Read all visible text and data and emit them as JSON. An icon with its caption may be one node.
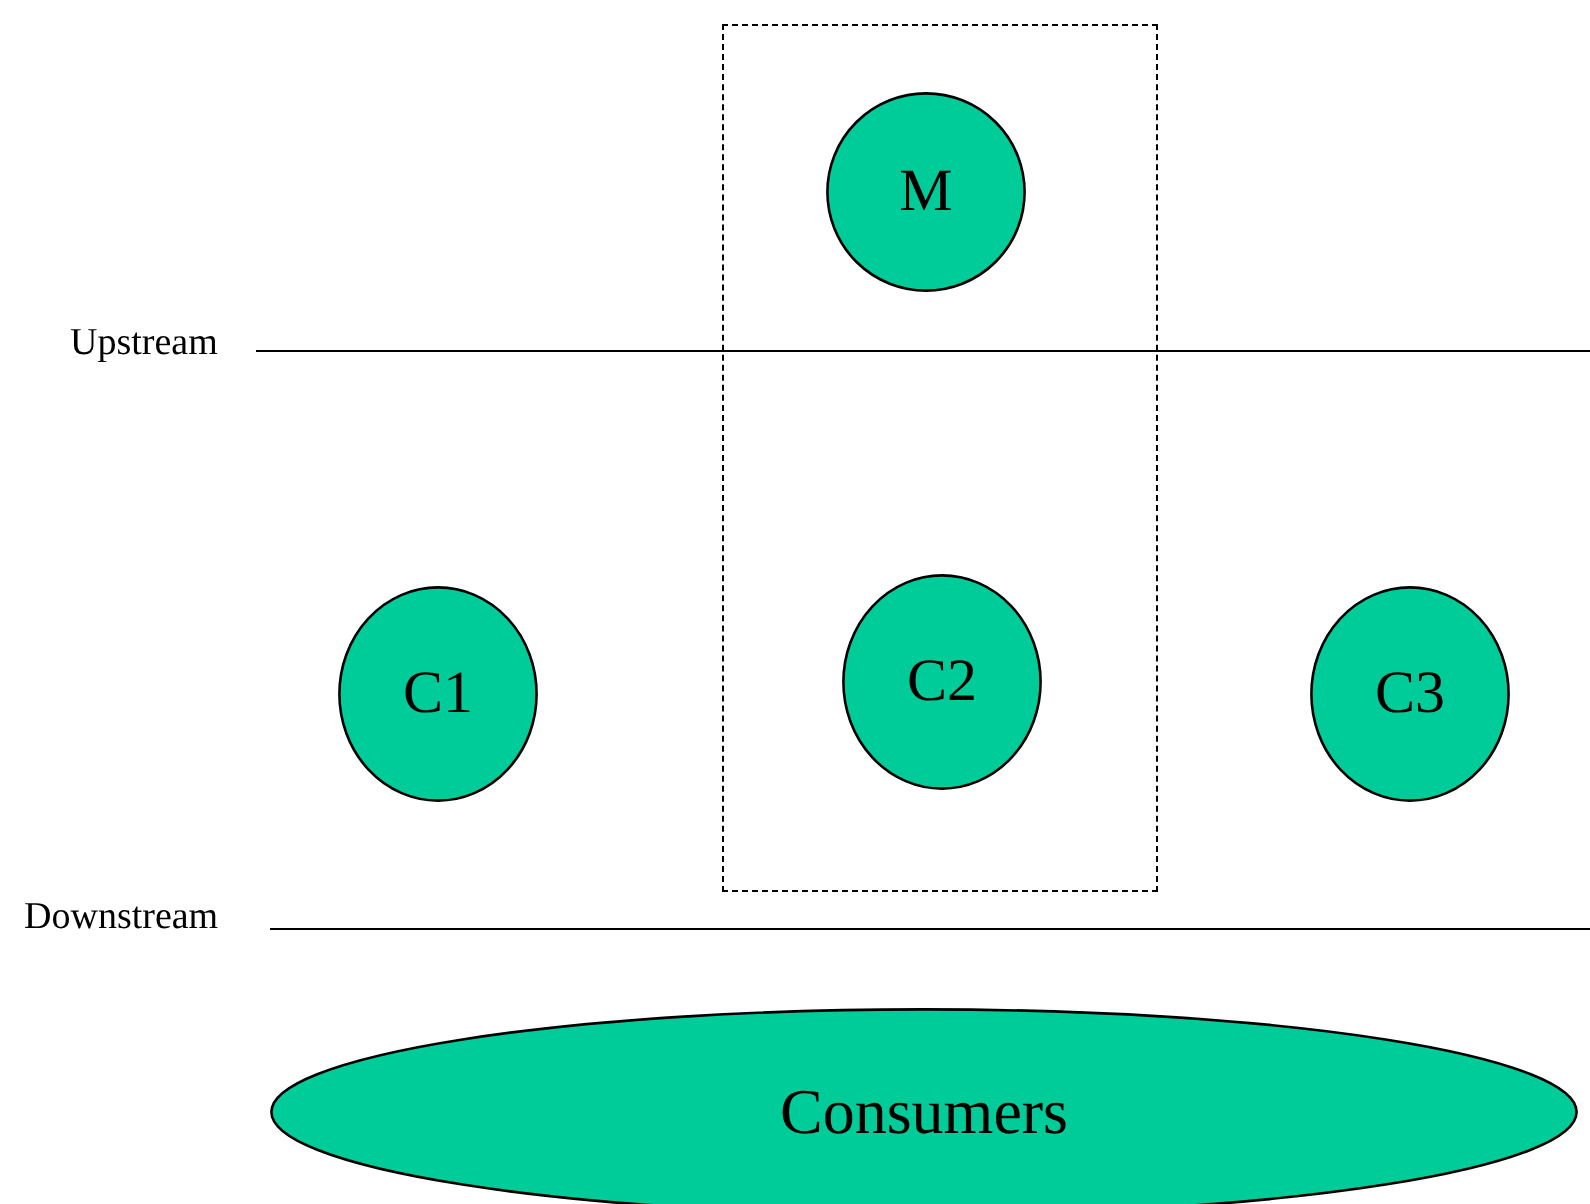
{
  "diagram": {
    "nodes": [
      {
        "text": [],
        "shape": "box"
      },
      {
        "text": [
          "M"
        ],
        "in": 0
      },
      {
        "text": [
          "C1"
        ]
      },
      {
        "text": [
          "C2"
        ],
        "in": 0
      },
      {
        "text": [
          "C3"
        ]
      },
      {
        "text": [
          "Consumers"
        ]
      }
    ],
    "edges": [],
    "labels": [
      "Upstream",
      "Downstream"
    ]
  }
}
